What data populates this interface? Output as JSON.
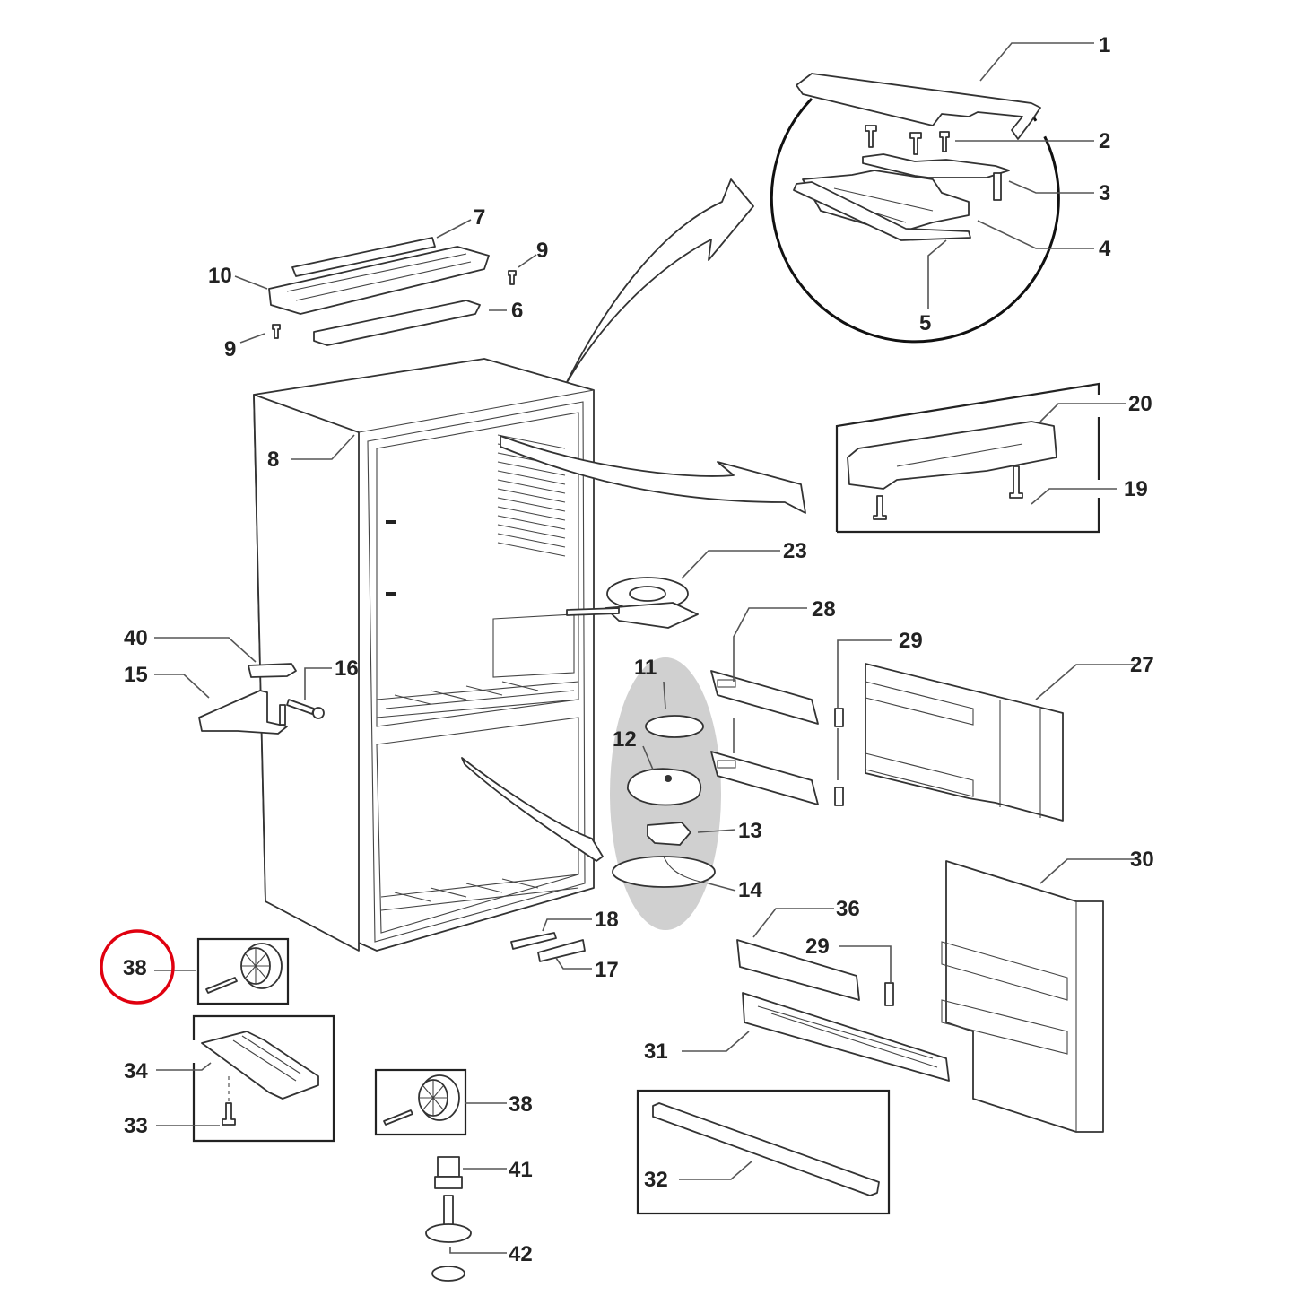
{
  "diagram": {
    "type": "exploded-parts-view",
    "subject": "Refrigerator cabinet (bottom-freezer, French door) assembly",
    "highlight": {
      "part": "38",
      "color": "#e0000f"
    },
    "colors": {
      "line": "#222222",
      "callout_line": "#555555",
      "group_shade": "#d0d0d0",
      "background": "#ffffff"
    },
    "callouts": [
      {
        "id": "c1",
        "label": "1"
      },
      {
        "id": "c2",
        "label": "2"
      },
      {
        "id": "c3",
        "label": "3"
      },
      {
        "id": "c4",
        "label": "4"
      },
      {
        "id": "c5",
        "label": "5"
      },
      {
        "id": "c6",
        "label": "6"
      },
      {
        "id": "c7",
        "label": "7"
      },
      {
        "id": "c8",
        "label": "8"
      },
      {
        "id": "c9a",
        "label": "9"
      },
      {
        "id": "c9b",
        "label": "9"
      },
      {
        "id": "c10",
        "label": "10"
      },
      {
        "id": "c11",
        "label": "11"
      },
      {
        "id": "c12",
        "label": "12"
      },
      {
        "id": "c13",
        "label": "13"
      },
      {
        "id": "c14",
        "label": "14"
      },
      {
        "id": "c15",
        "label": "15"
      },
      {
        "id": "c16",
        "label": "16"
      },
      {
        "id": "c17",
        "label": "17"
      },
      {
        "id": "c18",
        "label": "18"
      },
      {
        "id": "c19",
        "label": "19"
      },
      {
        "id": "c20",
        "label": "20"
      },
      {
        "id": "c23",
        "label": "23"
      },
      {
        "id": "c27",
        "label": "27"
      },
      {
        "id": "c28",
        "label": "28"
      },
      {
        "id": "c29a",
        "label": "29"
      },
      {
        "id": "c29b",
        "label": "29"
      },
      {
        "id": "c30",
        "label": "30"
      },
      {
        "id": "c31",
        "label": "31"
      },
      {
        "id": "c32",
        "label": "32"
      },
      {
        "id": "c33",
        "label": "33"
      },
      {
        "id": "c34",
        "label": "34"
      },
      {
        "id": "c36",
        "label": "36"
      },
      {
        "id": "c38a",
        "label": "38"
      },
      {
        "id": "c38b",
        "label": "38"
      },
      {
        "id": "c40",
        "label": "40"
      },
      {
        "id": "c41",
        "label": "41"
      },
      {
        "id": "c42",
        "label": "42"
      }
    ]
  }
}
